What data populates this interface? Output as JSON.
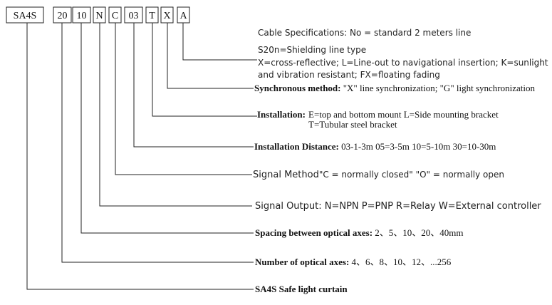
{
  "code_boxes": [
    {
      "text": "SA4S"
    },
    {
      "text": "20"
    },
    {
      "text": "10"
    },
    {
      "text": "N"
    },
    {
      "text": "C"
    },
    {
      "text": "03"
    },
    {
      "text": "T"
    },
    {
      "text": "X"
    },
    {
      "text": "A"
    }
  ],
  "descriptions": {
    "cable_spec": "Cable Specifications: No = standard 2 meters line",
    "shielding": "S20n=Shielding line type",
    "a_line1": "X=cross-reflective; L=Line-out to navigational insertion; K=sunlight",
    "a_line2": "and vibration resistant; FX=floating fading",
    "sync_label": "Synchronous method:",
    "sync_value": " \"X\" line synchronization; \"G\" light synchronization",
    "install_label": "Installation:",
    "install_value1": "E=top and bottom mount   L=Side mounting bracket",
    "install_value2": "T=Tubular steel bracket",
    "distance_label": "Installation Distance:",
    "distance_value": " 03-1-3m 05=3-5m 10=5-10m 30=10-30m",
    "signal_method_label": "Signal Method",
    "signal_method_value": "\"C = normally closed\"   \"O\" = normally open",
    "signal_output": "Signal Output: N=NPN P=PNP R=Relay W=External controller",
    "spacing_label": "Spacing between optical axes:",
    "spacing_value": " 2、5、10、20、40mm",
    "axes_label": "Number of optical axes:",
    "axes_value": " 4、6、8、10、12、...256",
    "product_label": "SA4S  Safe light curtain"
  }
}
